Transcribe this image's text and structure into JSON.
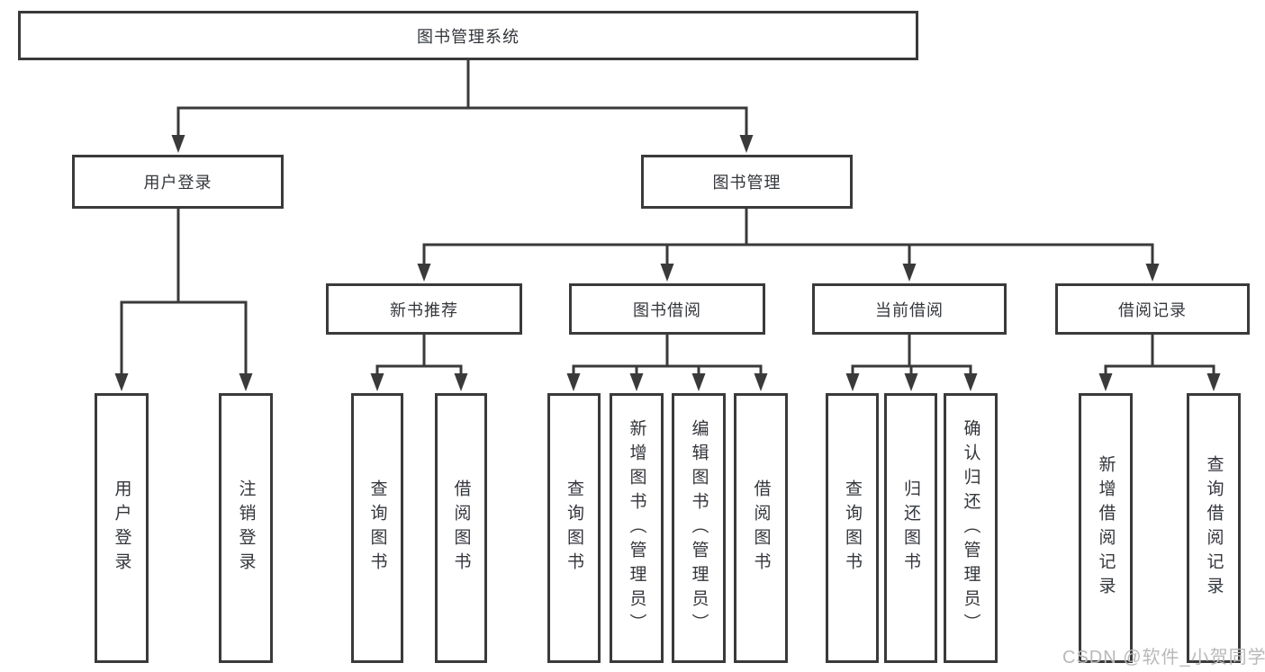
{
  "tree": {
    "root": {
      "label": "图书管理系统"
    },
    "level2": [
      {
        "label": "用户登录"
      },
      {
        "label": "图书管理"
      }
    ],
    "level3": [
      {
        "label": "新书推荐",
        "parent": "图书管理"
      },
      {
        "label": "图书借阅",
        "parent": "图书管理"
      },
      {
        "label": "当前借阅",
        "parent": "图书管理"
      },
      {
        "label": "借阅记录",
        "parent": "图书管理"
      }
    ],
    "leaves": [
      {
        "label": "用户登录",
        "parent": "用户登录"
      },
      {
        "label": "注销登录",
        "parent": "用户登录"
      },
      {
        "label": "查询图书",
        "parent": "新书推荐"
      },
      {
        "label": "借阅图书",
        "parent": "新书推荐"
      },
      {
        "label": "查询图书",
        "parent": "图书借阅"
      },
      {
        "label": "新增图书（管理员）",
        "parent": "图书借阅"
      },
      {
        "label": "编辑图书（管理员）",
        "parent": "图书借阅"
      },
      {
        "label": "借阅图书",
        "parent": "图书借阅"
      },
      {
        "label": "查询图书",
        "parent": "当前借阅"
      },
      {
        "label": "归还图书",
        "parent": "当前借阅"
      },
      {
        "label": "确认归还（管理员）",
        "parent": "当前借阅"
      },
      {
        "label": "新增借阅记录",
        "parent": "借阅记录"
      },
      {
        "label": "查询借阅记录",
        "parent": "借阅记录"
      }
    ]
  },
  "watermark": {
    "text": "CSDN @软件_小贺同学"
  },
  "colors": {
    "line": "#3a3a3a",
    "box_border": "#3a3a3a",
    "text": "#33363b",
    "background": "#ffffff",
    "watermark": "#b9b9b9"
  }
}
